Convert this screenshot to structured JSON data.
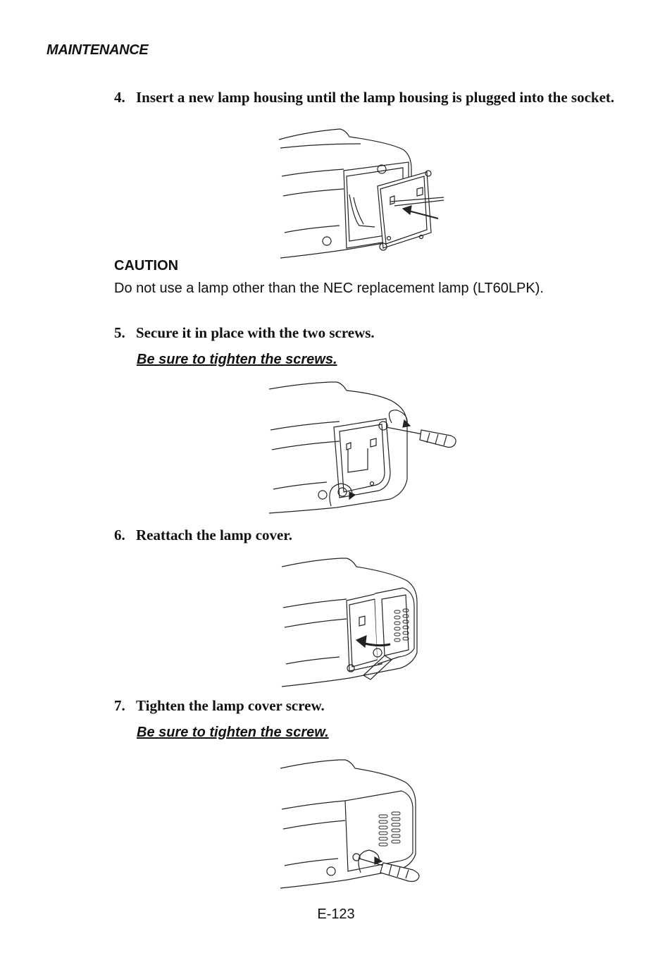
{
  "header": {
    "section": "MAINTENANCE"
  },
  "steps": [
    {
      "number": "4.",
      "text": "Insert a new lamp housing until the lamp housing is plugged into the socket."
    },
    {
      "number": "5.",
      "text": "Secure it in place with the two screws.",
      "note": "Be sure to tighten the screws."
    },
    {
      "number": "6.",
      "text": "Reattach the lamp cover."
    },
    {
      "number": "7.",
      "text": "Tighten the lamp cover screw.",
      "note": "Be sure to tighten the screw."
    }
  ],
  "caution": {
    "title": "CAUTION",
    "text": "Do not use a lamp other than the NEC replacement lamp (LT60LPK)."
  },
  "footer": {
    "page_number": "E-123"
  }
}
